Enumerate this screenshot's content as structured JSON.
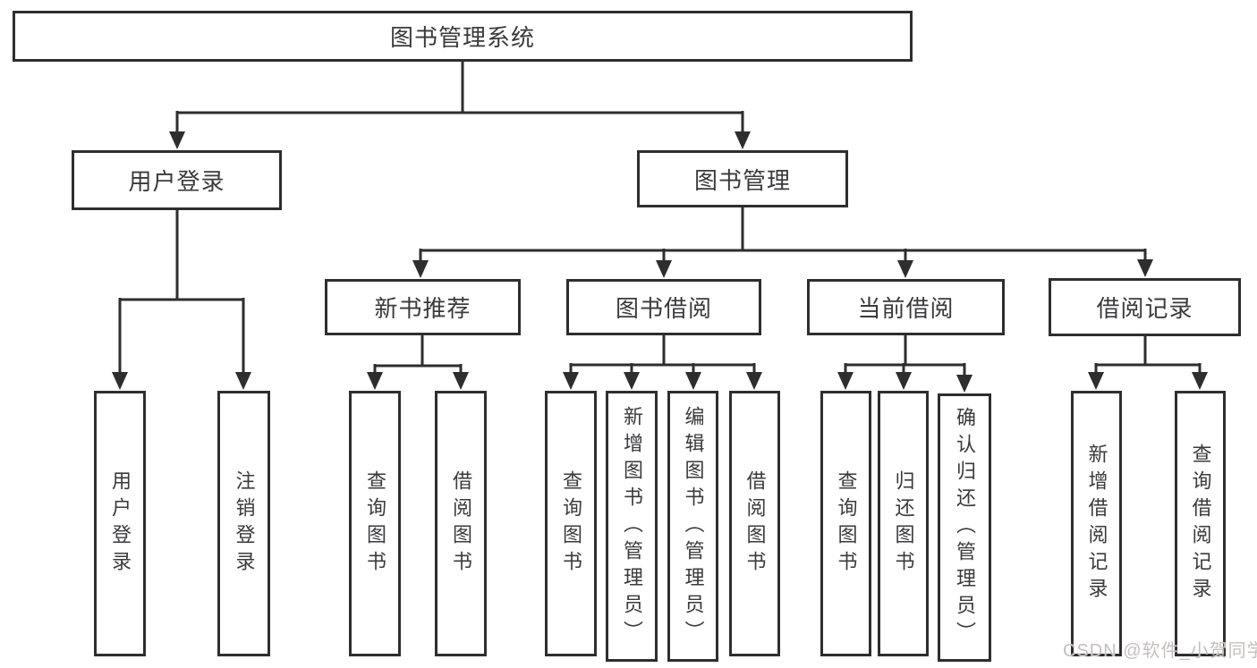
{
  "watermark": "CSDN @软件_小贺同学",
  "root": {
    "label": "图书管理系统"
  },
  "branches": [
    {
      "label": "用户登录",
      "children": [
        {
          "label": "用户登录"
        },
        {
          "label": "注销登录"
        }
      ]
    },
    {
      "label": "图书管理",
      "children": [
        {
          "label": "新书推荐",
          "children": [
            {
              "label": "查询图书"
            },
            {
              "label": "借阅图书"
            }
          ]
        },
        {
          "label": "图书借阅",
          "children": [
            {
              "label": "查询图书"
            },
            {
              "label": "新增图书（管理员）"
            },
            {
              "label": "编辑图书（管理员）"
            },
            {
              "label": "借阅图书"
            }
          ]
        },
        {
          "label": "当前借阅",
          "children": [
            {
              "label": "查询图书"
            },
            {
              "label": "归还图书"
            },
            {
              "label": "确认归还（管理员）"
            }
          ]
        },
        {
          "label": "借阅记录",
          "children": [
            {
              "label": "新增借阅记录"
            },
            {
              "label": "查询借阅记录"
            }
          ]
        }
      ]
    }
  ]
}
